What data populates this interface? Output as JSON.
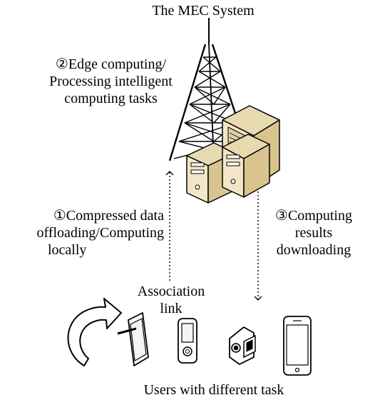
{
  "diagram": {
    "title": "The MEC System",
    "edge_label": [
      "②Edge computing/",
      "Processing intelligent",
      "computing tasks"
    ],
    "offload_label": [
      "①Compressed data",
      "offloading/Computing",
      "locally"
    ],
    "download_label": [
      "③Computing",
      "results",
      "downloading"
    ],
    "association_label": [
      "Association",
      "link"
    ],
    "users_label": "Users with different task",
    "icons": [
      "tower-icon",
      "server-icon",
      "rotate-arrow-icon",
      "tablet-with-stylus-icon",
      "pda-icon",
      "camcorder-icon",
      "smartphone-icon"
    ],
    "colors": {
      "server_body": "#f2e6c6",
      "server_shade": "#d9c48f",
      "line": "#000000"
    }
  }
}
